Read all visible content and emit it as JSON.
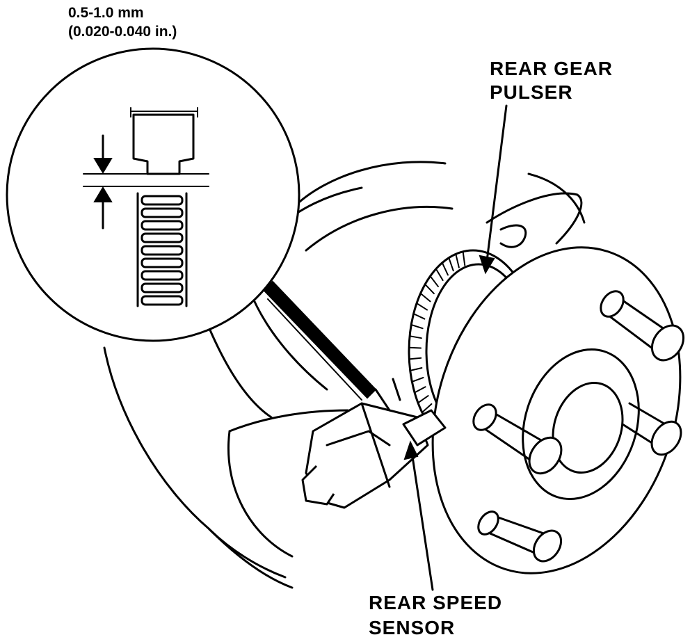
{
  "clearance_spec": {
    "metric": "0.5-1.0 mm",
    "imperial": "(0.020-0.040 in.)"
  },
  "callouts": {
    "gear_pulser": {
      "line1": "REAR GEAR",
      "line2": "PULSER"
    },
    "speed_sensor": {
      "line1": "REAR SPEED",
      "line2": "SENSOR"
    }
  },
  "colors": {
    "ink": "#000000",
    "paper": "#ffffff"
  }
}
